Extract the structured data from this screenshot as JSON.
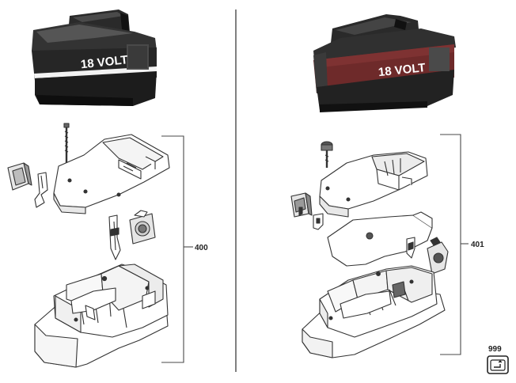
{
  "left_assembly": {
    "battery_label": "18 VOLT",
    "callout_number": "400"
  },
  "right_assembly": {
    "battery_label": "18 VOLT",
    "callout_number": "401"
  },
  "kit": {
    "number": "999"
  }
}
